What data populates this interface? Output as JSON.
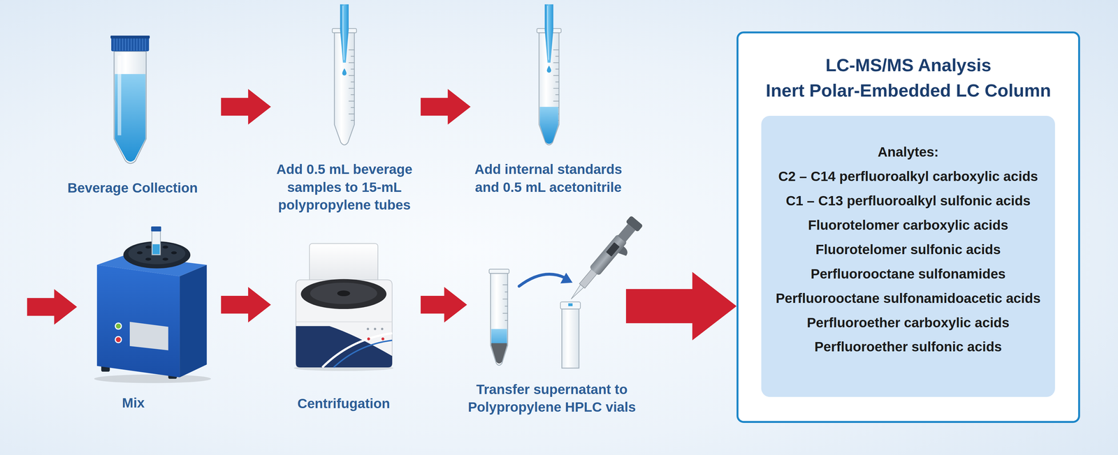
{
  "diagram": {
    "nodes": [
      {
        "text": [
          "Beverage Collection"
        ]
      },
      {
        "text": [
          "Add 0.5 mL beverage samples to 15-mL polypropylene tubes"
        ]
      },
      {
        "text": [
          "Add internal standards and 0.5 mL acetonitrile"
        ]
      },
      {
        "text": [
          "Mix"
        ]
      },
      {
        "text": [
          "Centrifugation"
        ]
      },
      {
        "text": [
          "Transfer supernatant to Polypropylene HPLC vials"
        ]
      },
      {
        "text": [
          "LC-MS/MS Analysis",
          "Inert Polar-Embedded LC Column"
        ]
      },
      {
        "text": [
          "Analytes:",
          "C2 – C14 perfluoroalkyl carboxylic acids",
          "C1 – C13 perfluoroalkyl sulfonic acids",
          "Fluorotelomer carboxylic acids",
          "Fluorotelomer sulfonic acids",
          "Perfluorooctane sulfonamides",
          "Perfluorooctane sulfonamidoacetic acids",
          "Perfluoroether carboxylic acids",
          "Perfluoroether sulfonic acids"
        ],
        "in": 6
      }
    ],
    "edges": [
      {
        "from": 0,
        "to": 1,
        "arrow": "to"
      },
      {
        "from": 1,
        "to": 2,
        "arrow": "to"
      },
      {
        "from": 3,
        "to": 4,
        "arrow": "to"
      },
      {
        "from": 4,
        "to": 5,
        "arrow": "to"
      },
      {
        "from": 5,
        "to": 6,
        "arrow": "to"
      }
    ]
  }
}
